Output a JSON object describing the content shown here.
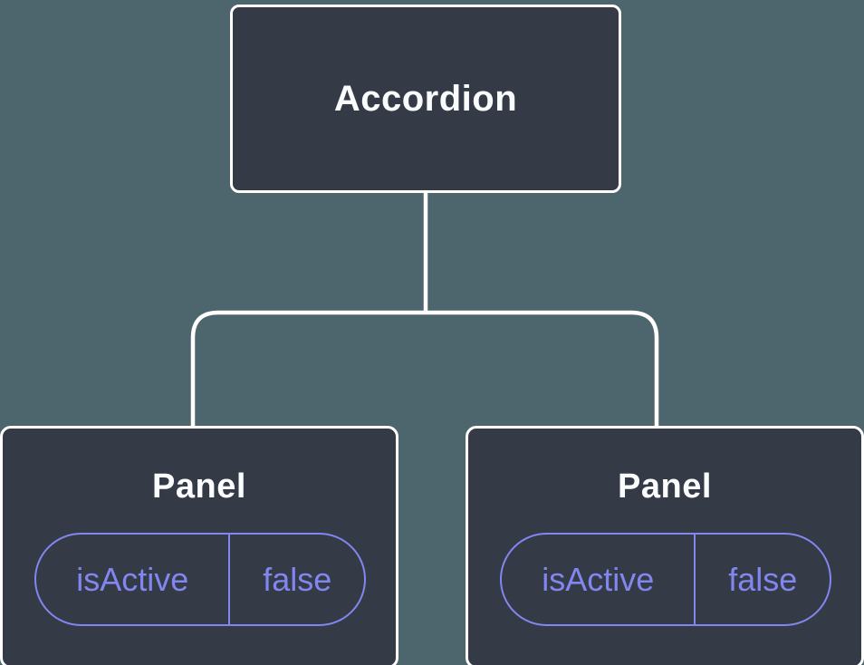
{
  "colors": {
    "background": "#4d666d",
    "node_fill": "#343a46",
    "node_border": "#ffffff",
    "label_text": "#fbfcfe",
    "connector": "#ffffff",
    "state_accent": "#8286ef"
  },
  "tree": {
    "root": {
      "label": "Accordion"
    },
    "children": [
      {
        "label": "Panel",
        "state": {
          "key": "isActive",
          "value": "false"
        }
      },
      {
        "label": "Panel",
        "state": {
          "key": "isActive",
          "value": "false"
        }
      }
    ]
  }
}
